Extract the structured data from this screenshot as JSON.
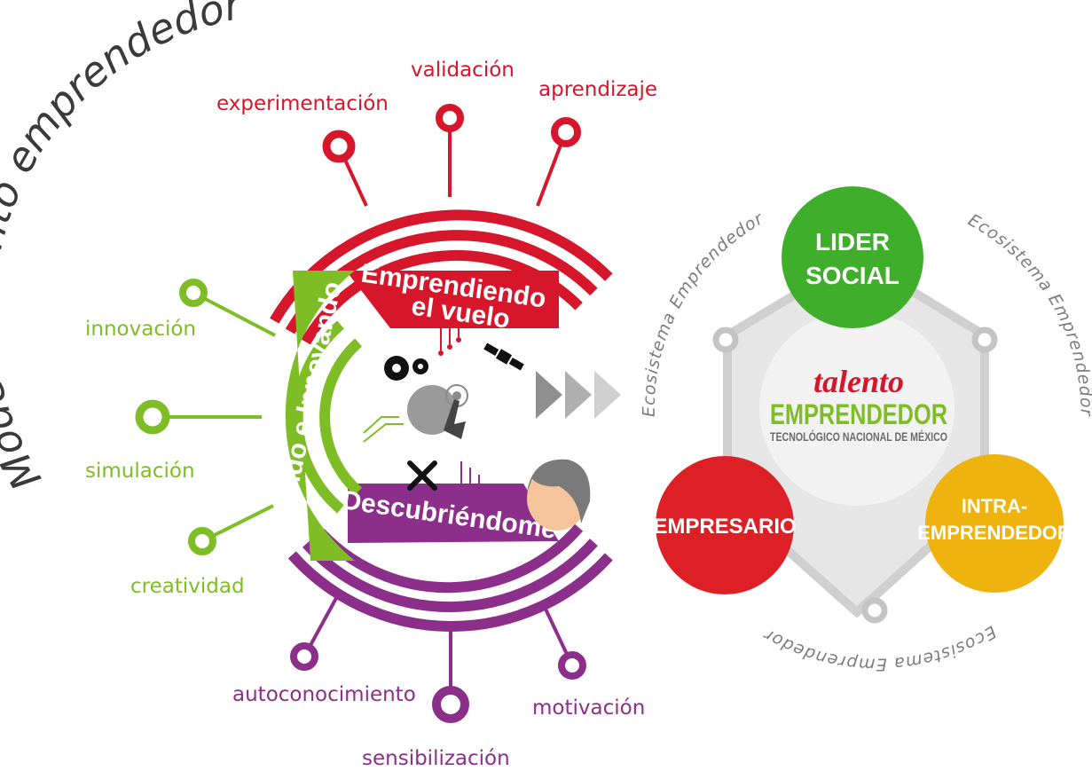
{
  "title": "Modelo talento emprendedor",
  "colors": {
    "red": "#d5162b",
    "green": "#7fbd26",
    "purple": "#8b2f8a",
    "gray": "#a9a9a9",
    "lider": "#3fae2a",
    "empresario": "#dc2025",
    "intra": "#efb30f"
  },
  "stages": {
    "red": "Emprendiendo el vuelo",
    "green": "Creando e Innovando",
    "purple": "Descubriéndome"
  },
  "competencies": {
    "red": [
      "experimentación",
      "validación",
      "aprendizaje"
    ],
    "green": [
      "innovación",
      "simulación",
      "creatividad"
    ],
    "purple": [
      "autoconocimiento",
      "sensibilización",
      "motivación"
    ]
  },
  "icons": [
    "cogs-icon",
    "satellite-icon",
    "touch-hand-icon",
    "tools-icon",
    "person-head-icon",
    "arrows-icon"
  ],
  "right": {
    "lider": [
      "LIDER",
      "SOCIAL"
    ],
    "empresario": "EMPRESARIO",
    "intra": [
      "INTRA-",
      "EMPRENDEDOR"
    ],
    "center_title": "talento",
    "center_subtitle": "EMPRENDEDOR",
    "center_caption": "TECNOLÓGICO NACIONAL DE MÉXICO",
    "ecosystem": "Ecosistema Emprendedor"
  }
}
